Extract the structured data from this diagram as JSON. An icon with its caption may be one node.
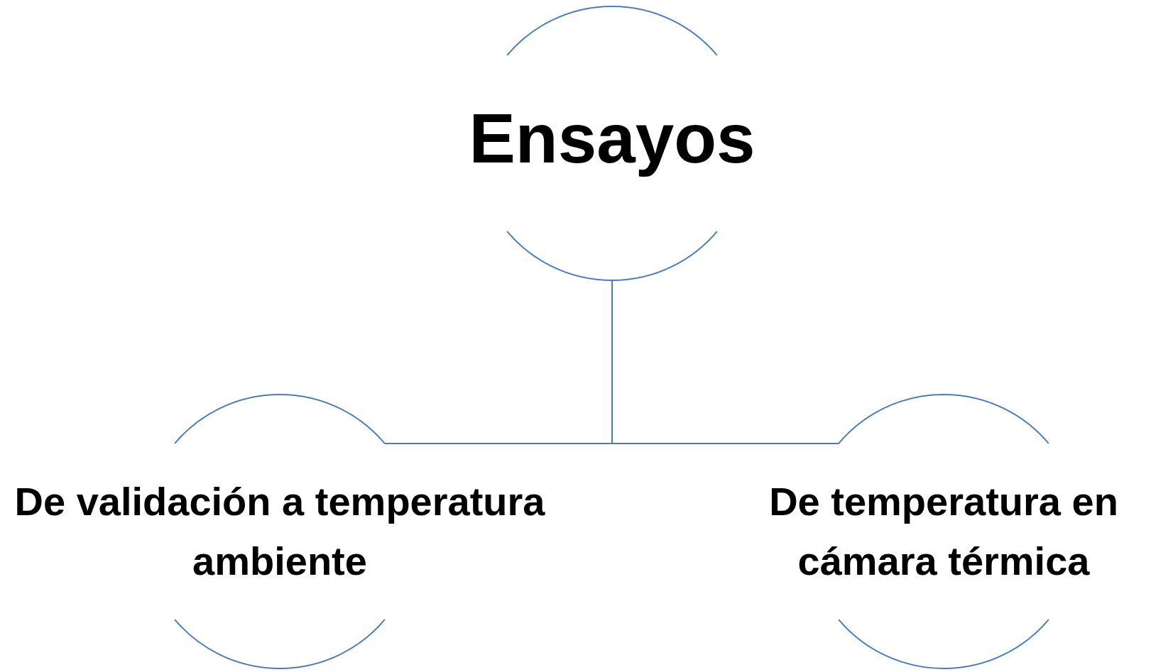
{
  "diagram": {
    "nodes": [
      {
        "text": [
          "Ensayos"
        ]
      },
      {
        "text": [
          "De validación a temperatura ambiente"
        ]
      },
      {
        "text": [
          "De temperatura en cámara térmica"
        ]
      }
    ],
    "edges": [
      {
        "from": 0,
        "to": 1,
        "arrow": "none"
      },
      {
        "from": 0,
        "to": 2,
        "arrow": "none"
      }
    ]
  }
}
